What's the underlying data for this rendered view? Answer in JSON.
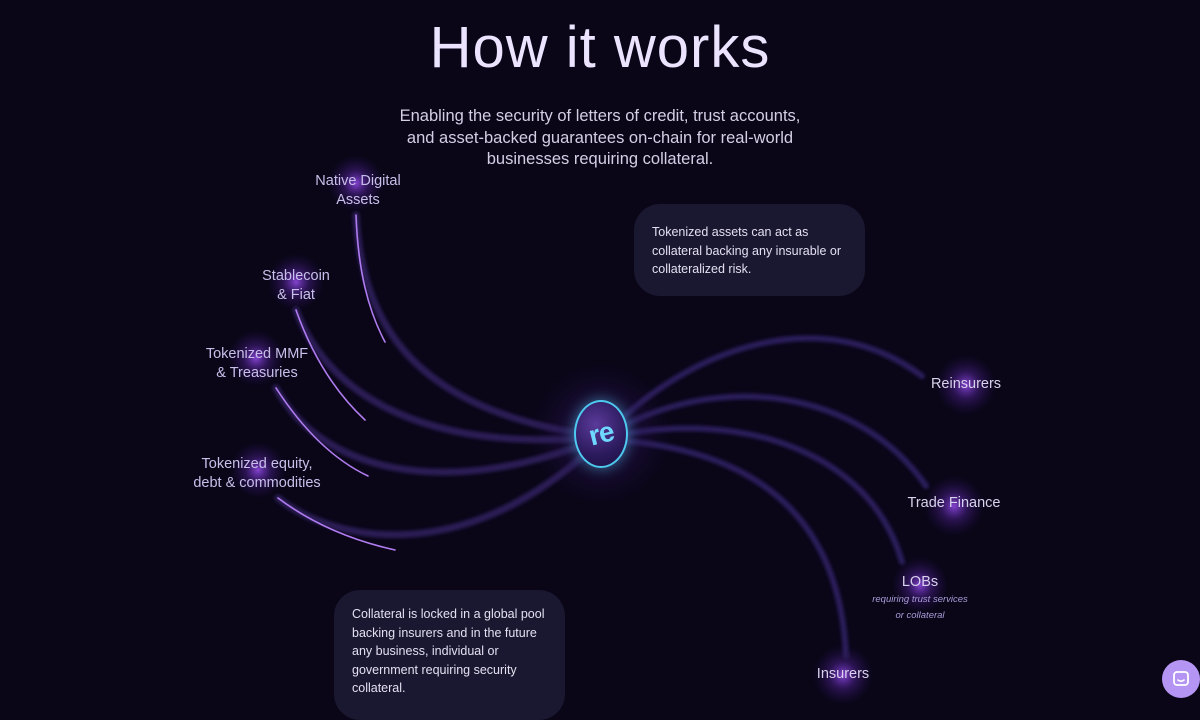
{
  "header": {
    "title": "How it works",
    "subtitle": "Enabling the security of letters of credit, trust accounts, and asset-backed guarantees on-chain for real-world businesses requiring collateral."
  },
  "hub": {
    "logo_text": "re",
    "logo_icon": "re-logo-icon"
  },
  "sources": [
    {
      "line1": "Native Digital",
      "line2": "Assets"
    },
    {
      "line1": "Stablecoin",
      "line2": "& Fiat"
    },
    {
      "line1": "Tokenized MMF",
      "line2": "& Treasuries"
    },
    {
      "line1": "Tokenized equity,",
      "line2": "debt & commodities"
    }
  ],
  "destinations": [
    {
      "label": "Reinsurers"
    },
    {
      "label": "Trade Finance"
    },
    {
      "label": "LOBs",
      "sub1": "requiring trust services",
      "sub2": "or collateral"
    },
    {
      "label": "Insurers"
    }
  ],
  "cards": {
    "top": "Tokenized assets can act as collateral backing any insurable or collateralized risk.",
    "bottom": "Collateral is locked in a global pool backing insurers and in the future any business, individual or government requiring security collateral."
  },
  "colors": {
    "background": "#0a0618",
    "accent": "#b07cf0",
    "glow": "#8a44e6",
    "hub_border": "#4ec9ef",
    "chat_button": "#b595f4"
  },
  "chat": {
    "icon": "chat-bubble-icon"
  }
}
